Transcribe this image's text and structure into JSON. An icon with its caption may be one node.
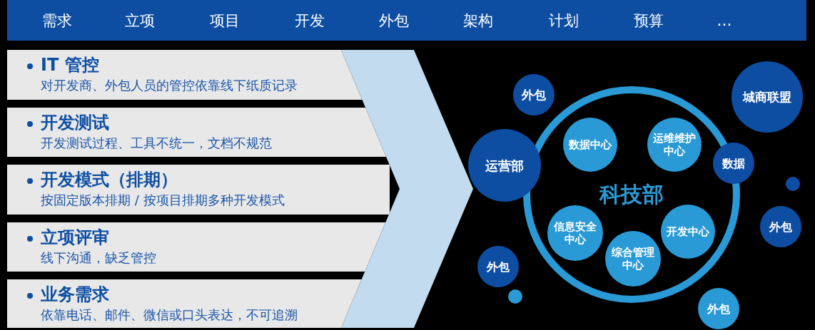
{
  "diagram": {
    "nodes": [
      {
        "text": [
          "IT 管控",
          "对开发商、外包人员的管控依靠线下纸质记录"
        ]
      },
      {
        "text": [
          "开发测试",
          "开发测试过程、工具不统一，文档不规范"
        ]
      },
      {
        "text": [
          "开发模式（排期）",
          "按固定版本排期 / 按项目排期多种开发模式"
        ]
      },
      {
        "text": [
          "立项评审",
          "线下沟通，缺乏管控"
        ]
      },
      {
        "text": [
          "业务需求",
          "依靠电话、邮件、微信或口头表达，不可追溯"
        ]
      },
      {
        "text": [
          "外包"
        ]
      },
      {
        "text": [
          "城商联盟"
        ]
      },
      {
        "text": [
          "科技部"
        ]
      },
      {
        "text": [
          "数据中心"
        ],
        "in": 7
      },
      {
        "text": [
          "运维维护中心"
        ],
        "in": 7
      },
      {
        "text": [
          "运营部"
        ]
      },
      {
        "text": [
          "数据"
        ]
      },
      {
        "text": [],
        "shape": "circle"
      },
      {
        "text": [
          "信息安全中心"
        ],
        "in": 7
      },
      {
        "text": [
          "开发中心"
        ],
        "in": 7
      },
      {
        "text": [
          "综合管理中心"
        ],
        "in": 7
      },
      {
        "text": [
          "外包"
        ]
      },
      {
        "text": [
          "外包"
        ]
      },
      {
        "text": [],
        "shape": "circle"
      },
      {
        "text": [
          "外包"
        ]
      }
    ],
    "labels": [
      "需求",
      "立项",
      "项目",
      "开发",
      "外包",
      "架构",
      "计划",
      "预算",
      "…"
    ]
  }
}
